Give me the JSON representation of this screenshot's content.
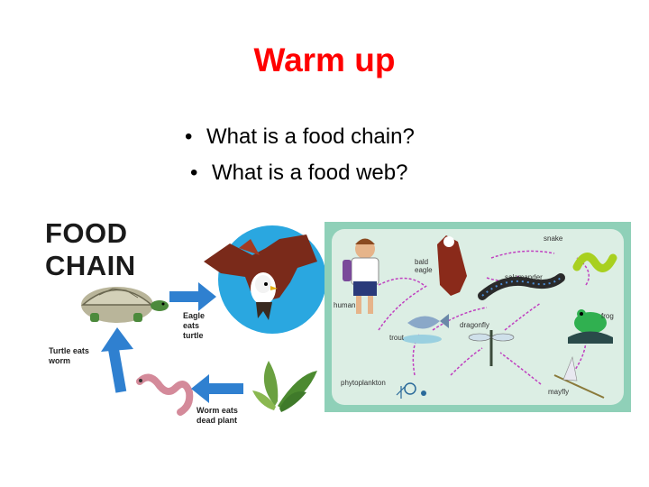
{
  "slide": {
    "title": "Warm up",
    "bullets": [
      "What is a food chain?",
      "What is a food web?"
    ],
    "bullet_symbol": "•"
  },
  "food_chain": {
    "heading_line1": "FOOD",
    "heading_line2": "CHAIN",
    "captions": {
      "eagle": "Eagle\neats\nturtle",
      "turtle": "Turtle eats\nworm",
      "worm": "Worm eats\ndead plant"
    },
    "colors": {
      "arrow": "#2f80d0",
      "sky": "#2aa7e0"
    }
  },
  "food_web": {
    "labels": {
      "snake": "snake",
      "eagle": "bald\neagle",
      "salamander": "salamander",
      "human": "human",
      "frog": "frog",
      "dragonfly": "dragonfly",
      "trout": "trout",
      "phyto": "phytoplankton",
      "mayfly": "mayfly"
    },
    "colors": {
      "background": "#dceee4",
      "arrows": "#c040c0"
    }
  }
}
